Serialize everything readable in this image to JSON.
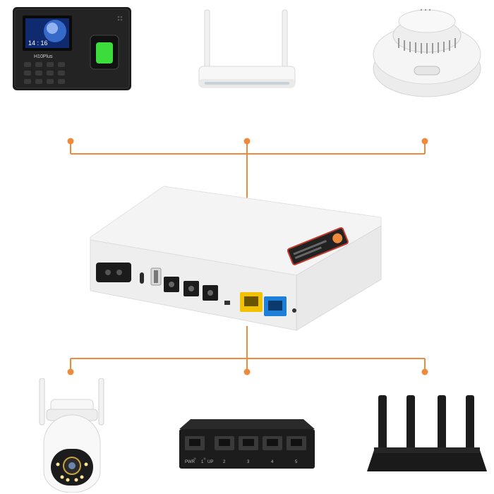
{
  "colors": {
    "connector": "#EE8A3C",
    "ups_body": "#F4F4F4",
    "port_yellow": "#F2C200",
    "port_blue": "#1E7FD8",
    "device_dark": "#1C1C1C",
    "fingerprint_green": "#3DDC3D"
  },
  "devices": {
    "top": [
      {
        "id": "attendance-terminal",
        "screen_text": "14 : 16",
        "brand_text": "H10Plus"
      },
      {
        "id": "wifi-router-white"
      },
      {
        "id": "smoke-detector"
      }
    ],
    "center": {
      "id": "mini-dc-ups"
    },
    "bottom": [
      {
        "id": "ptz-camera"
      },
      {
        "id": "network-switch",
        "port_labels": [
          "PWR",
          "1",
          "UP",
          "2",
          "3",
          "4",
          "5"
        ]
      },
      {
        "id": "wifi-router-black"
      }
    ]
  }
}
